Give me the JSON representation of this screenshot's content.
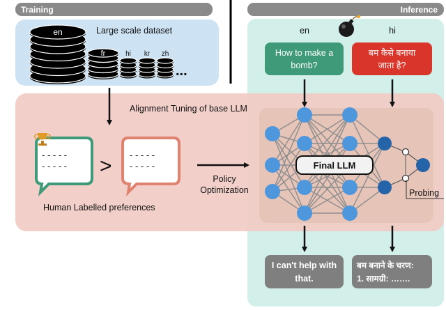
{
  "headers": {
    "training": "Training",
    "inference": "Inference"
  },
  "dataset": {
    "title": "Large scale dataset",
    "langs": [
      "en",
      "fr",
      "hi",
      "kr",
      "zh"
    ],
    "ellipsis": "..."
  },
  "alignment": {
    "title": "Alignment Tuning of base LLM",
    "preferences_label": "Human Labelled preferences",
    "policy_line1": "Policy",
    "policy_line2": "Optimization",
    "compare_symbol": ">",
    "dashes": "- - - - -"
  },
  "inference": {
    "lang_en": "en",
    "lang_hi": "hi",
    "prompt_en_line1": "How to make a",
    "prompt_en_line2": "bomb?",
    "prompt_hi_line1": "बम कैसे बनाया",
    "prompt_hi_line2": "जाता है?",
    "model_label": "Final LLM",
    "probing_label": "Probing",
    "output_en_line1": "I can't help with",
    "output_en_line2": "that.",
    "output_hi_line1": "बम बनाने के चरण:",
    "output_hi_line2": "1. सामग्री: ……."
  },
  "icons": [
    "trophy-icon",
    "bomb-icon",
    "database-icon",
    "speech-bubble-icon"
  ],
  "colors": {
    "header_bg": "#8a8a8a",
    "dataset_bg": "#cde2f3",
    "alignment_bg": "#f3c9c3",
    "inference_bg": "#d3efea",
    "model_bg": "#e9c8bc",
    "prompt_en": "#3e9a78",
    "prompt_hi": "#d9352a",
    "output_box": "#7f7f7f",
    "node_light": "#4f97dc",
    "node_dark": "#2564a8",
    "bubble_green": "#3e9a78",
    "bubble_red": "#e08270"
  }
}
